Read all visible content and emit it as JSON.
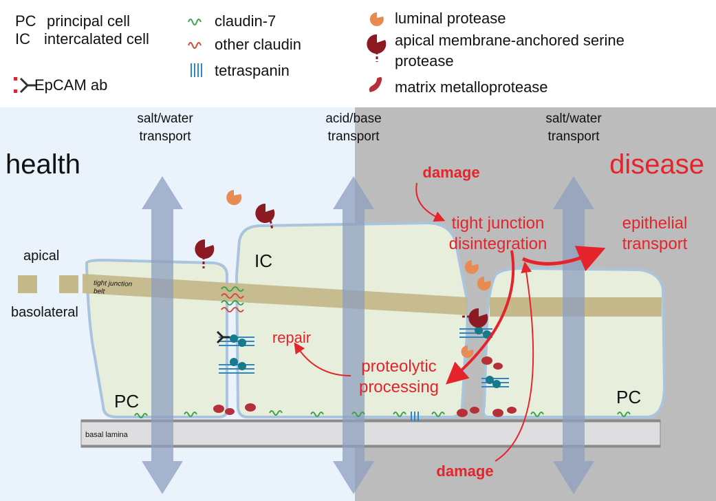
{
  "legend": {
    "abbreviations": [
      {
        "code": "PC",
        "meaning": "principal cell"
      },
      {
        "code": "IC",
        "meaning": "intercalated cell"
      }
    ],
    "antibody": "EpCAM ab",
    "proteins": [
      "claudin-7",
      "other claudin",
      "tetraspanin"
    ],
    "proteases": [
      "luminal protease",
      "apical membrane-anchored serine",
      "protease",
      "matrix metalloprotease"
    ]
  },
  "panels": {
    "health": "health",
    "disease": "disease"
  },
  "transport": {
    "left": [
      "salt/water",
      "transport"
    ],
    "middle": [
      "acid/base",
      "transport"
    ],
    "right": [
      "salt/water",
      "transport"
    ]
  },
  "labels": {
    "apical": "apical",
    "basolateral": "basolateral",
    "tight_junction_belt": [
      "tight junction",
      "belt"
    ],
    "basal_lamina": "basal lamina",
    "pc_left": "PC",
    "ic": "IC",
    "pc_right": "PC"
  },
  "annotations": {
    "damage_top": "damage",
    "tight_junction": [
      "tight junction",
      "disintegration"
    ],
    "epithelial": [
      "epithelial",
      "transport"
    ],
    "repair": "repair",
    "proteolytic": [
      "proteolytic",
      "processing"
    ],
    "damage_bottom": "damage"
  },
  "colors": {
    "health_bg": "#eaf2fb",
    "disease_bg": "#bcbcbc",
    "cell_fill": "#e7efdc",
    "cell_border": "#a9c4dc",
    "belt": "#c5b88a",
    "arrow_blue": "#8e9fbf",
    "red": "#e4232a",
    "claudin7": "#3ca24c",
    "other_claudin": "#d24a3c",
    "tetraspanin": "#2f86c4",
    "luminal_protease": "#e88b52",
    "serine_protease": "#8b1a22"
  }
}
